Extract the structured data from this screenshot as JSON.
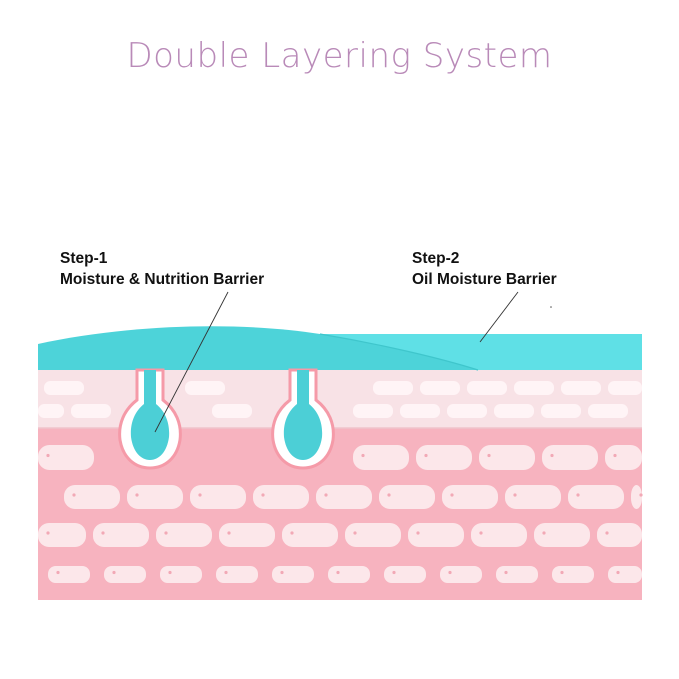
{
  "title": "Double Layering System",
  "steps": [
    {
      "step": "Step-1",
      "name": "Moisture & Nutrition Barrier"
    },
    {
      "step": "Step-2",
      "name": "Oil Moisture Barrier"
    }
  ],
  "colors": {
    "title": "#b98ab8",
    "barrier_teal": "#4dd3d9",
    "barrier_teal_light": "#5fe0e6",
    "upper_skin": "#f8e2e6",
    "upper_cell": "#fff4f6",
    "dermis": "#f7b3bf",
    "dermis_cell": "#fce7ea",
    "follicle_outline": "#f59aa8",
    "follicle_fill": "#4ccfd6",
    "leader_line": "#333333"
  }
}
